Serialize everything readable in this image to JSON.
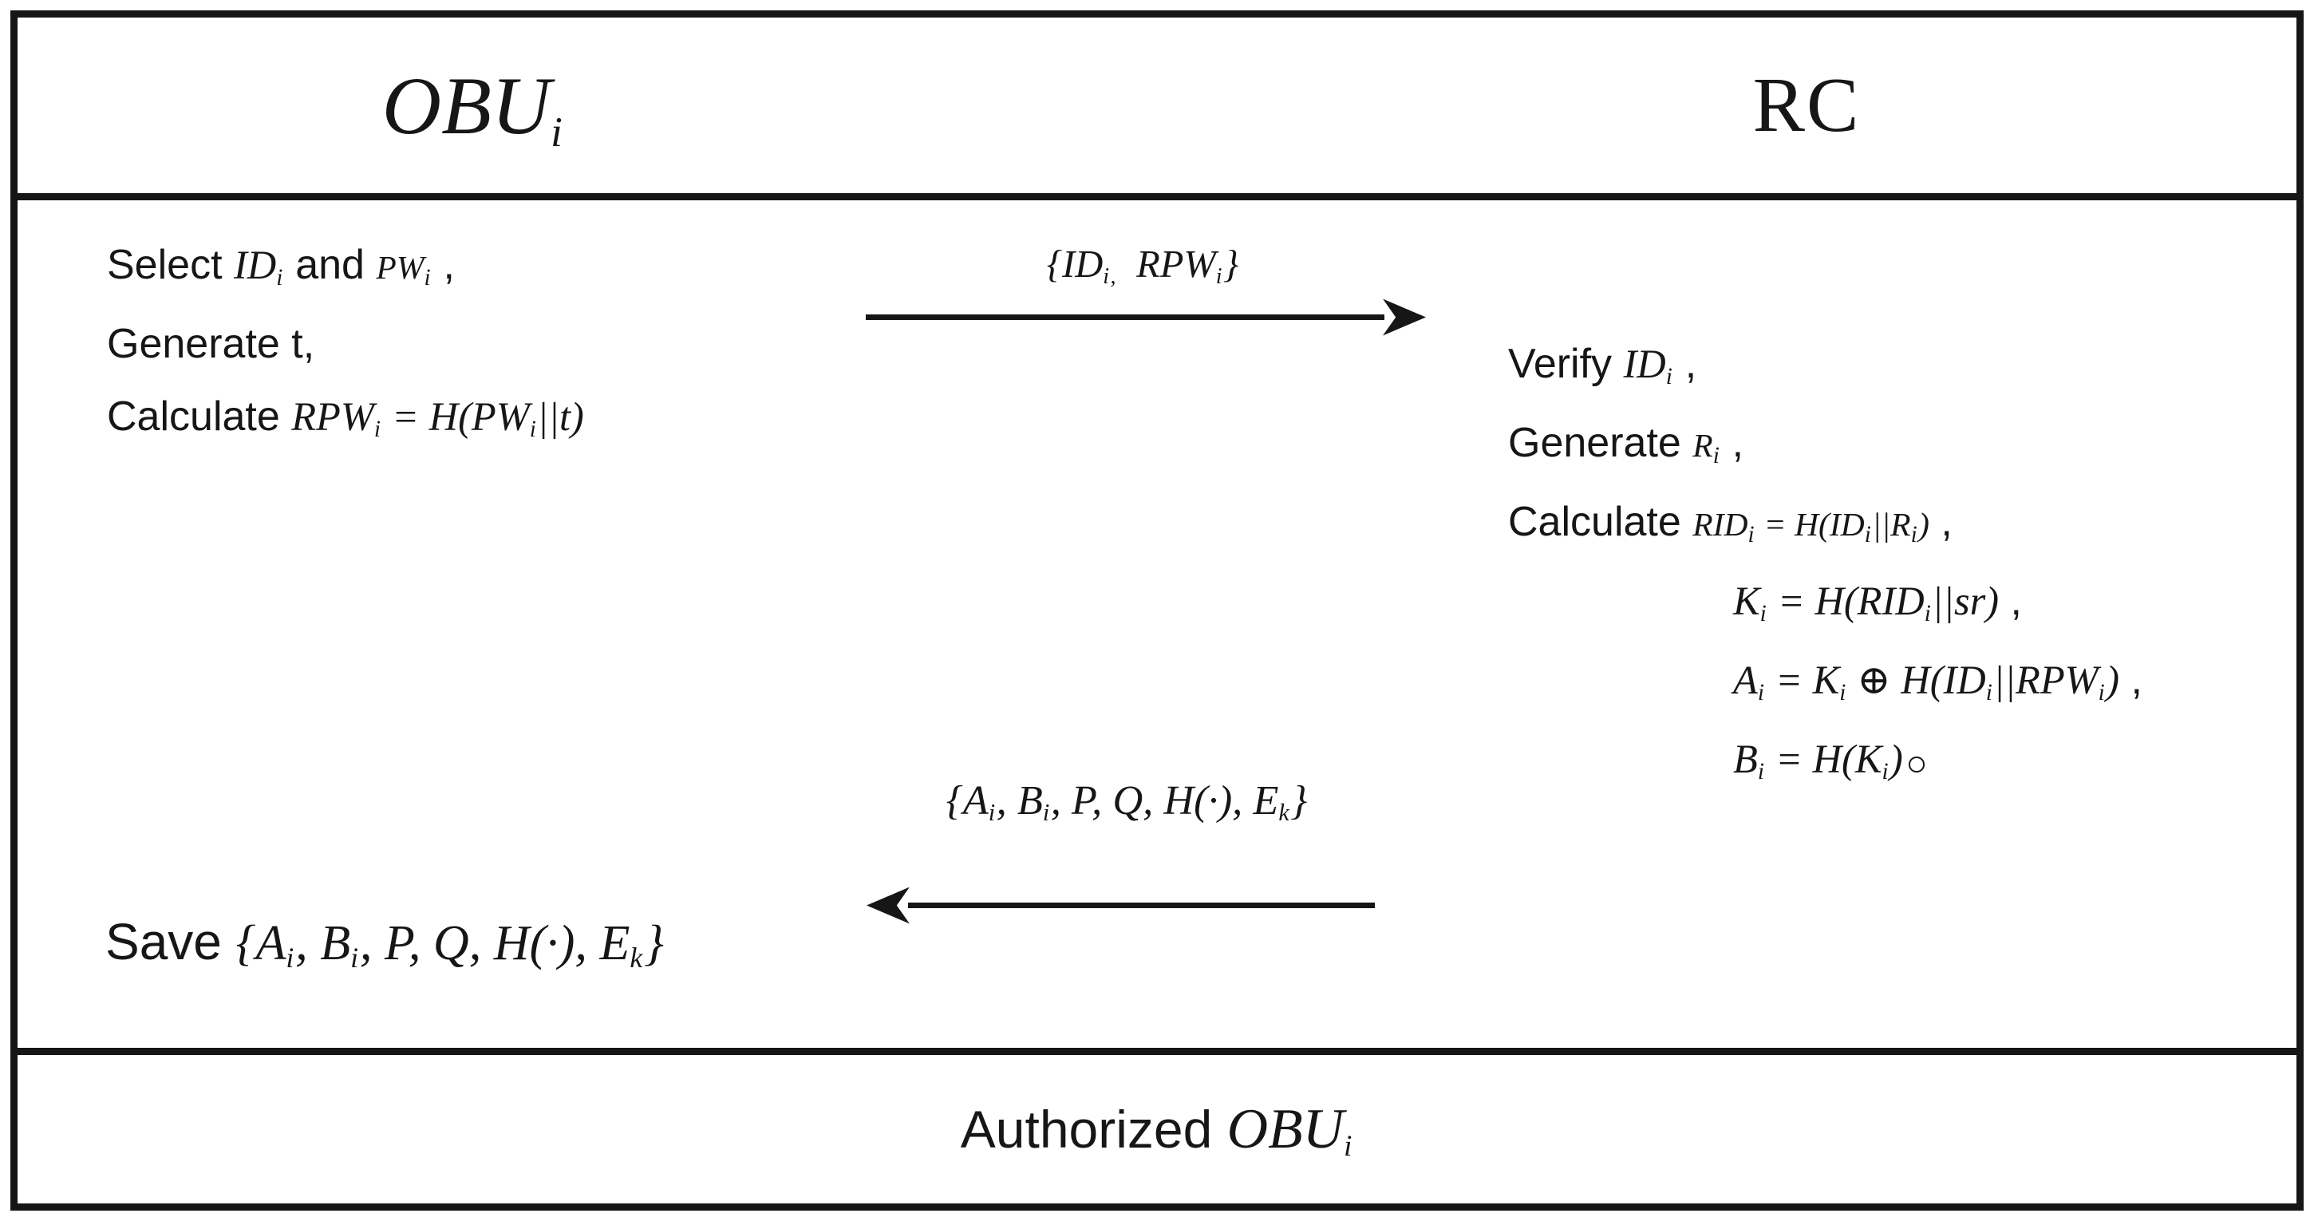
{
  "colors": {
    "ink": "#161616",
    "background": "#ffffff"
  },
  "header": {
    "obu": {
      "segments": [
        {
          "t": "OBU",
          "k": "m"
        },
        {
          "t": "i",
          "k": "s"
        }
      ]
    },
    "rc": {
      "label": "RC"
    }
  },
  "obu_block": {
    "lines": [
      {
        "indent": false,
        "segments": [
          {
            "t": "Select ",
            "k": "w"
          },
          {
            "t": "ID",
            "k": "m"
          },
          {
            "t": "i",
            "k": "s"
          },
          {
            "t": " and ",
            "k": "w"
          },
          {
            "t": "PW",
            "k": "m2"
          },
          {
            "t": "i",
            "k": "s"
          },
          {
            "t": " ,",
            "k": "w"
          }
        ]
      },
      {
        "indent": false,
        "segments": [
          {
            "t": "Generate t,",
            "k": "w"
          }
        ]
      },
      {
        "indent": false,
        "segments": [
          {
            "t": "Calculate ",
            "k": "w"
          },
          {
            "t": "RPW",
            "k": "m"
          },
          {
            "t": "i",
            "k": "s"
          },
          {
            "t": " = H(PW",
            "k": "m"
          },
          {
            "t": "i",
            "k": "s"
          },
          {
            "t": "||t)",
            "k": "m"
          }
        ]
      }
    ]
  },
  "msg1": {
    "direction": "right",
    "label_segments": [
      {
        "t": "{ID",
        "k": "m"
      },
      {
        "t": "i",
        "k": "s"
      },
      {
        "t": ",",
        "k": "s"
      },
      {
        "t": "  RPW",
        "k": "m"
      },
      {
        "t": "i",
        "k": "s"
      },
      {
        "t": "}",
        "k": "m"
      }
    ]
  },
  "rc_block": {
    "lines": [
      {
        "indent": false,
        "segments": [
          {
            "t": "Verify ",
            "k": "w"
          },
          {
            "t": "ID",
            "k": "m"
          },
          {
            "t": "i",
            "k": "s"
          },
          {
            "t": " ,",
            "k": "w"
          }
        ]
      },
      {
        "indent": false,
        "segments": [
          {
            "t": "Generate ",
            "k": "w"
          },
          {
            "t": "R",
            "k": "m2"
          },
          {
            "t": "i",
            "k": "s"
          },
          {
            "t": " ,",
            "k": "w"
          }
        ]
      },
      {
        "indent": false,
        "segments": [
          {
            "t": "Calculate ",
            "k": "w"
          },
          {
            "t": "RID",
            "k": "m2"
          },
          {
            "t": "i",
            "k": "s"
          },
          {
            "t": " = H(ID",
            "k": "m2"
          },
          {
            "t": "i",
            "k": "s"
          },
          {
            "t": "||R",
            "k": "m2"
          },
          {
            "t": "i",
            "k": "s"
          },
          {
            "t": ")",
            "k": "m2"
          },
          {
            "t": " ,",
            "k": "w"
          }
        ]
      },
      {
        "indent": true,
        "segments": [
          {
            "t": "K",
            "k": "m"
          },
          {
            "t": "i",
            "k": "s"
          },
          {
            "t": " = H(RID",
            "k": "m"
          },
          {
            "t": "i",
            "k": "s"
          },
          {
            "t": "||sr)",
            "k": "m"
          },
          {
            "t": " ,",
            "k": "w"
          }
        ]
      },
      {
        "indent": true,
        "segments": [
          {
            "t": "A",
            "k": "m"
          },
          {
            "t": "i",
            "k": "s"
          },
          {
            "t": " = K",
            "k": "m"
          },
          {
            "t": "i",
            "k": "s"
          },
          {
            "t": " ⊕ H(ID",
            "k": "m"
          },
          {
            "t": "i",
            "k": "s"
          },
          {
            "t": "||RPW",
            "k": "m"
          },
          {
            "t": "i",
            "k": "s"
          },
          {
            "t": ")",
            "k": "m"
          },
          {
            "t": " ,",
            "k": "w"
          }
        ]
      },
      {
        "indent": true,
        "segments": [
          {
            "t": "B",
            "k": "m"
          },
          {
            "t": "i",
            "k": "s"
          },
          {
            "t": " = H(K",
            "k": "m"
          },
          {
            "t": "i",
            "k": "s"
          },
          {
            "t": ")",
            "k": "m"
          },
          {
            "t": "。",
            "k": "o"
          }
        ]
      }
    ]
  },
  "msg2": {
    "direction": "left",
    "label_segments": [
      {
        "t": "{A",
        "k": "m"
      },
      {
        "t": "i",
        "k": "s"
      },
      {
        "t": ", B",
        "k": "m"
      },
      {
        "t": "i",
        "k": "s"
      },
      {
        "t": ", P, Q, H(·), E",
        "k": "m"
      },
      {
        "t": "k",
        "k": "s"
      },
      {
        "t": "}",
        "k": "m"
      }
    ]
  },
  "save_line": {
    "segments": [
      {
        "t": "Save ",
        "k": "w"
      },
      {
        "t": "{A",
        "k": "m"
      },
      {
        "t": "i",
        "k": "s"
      },
      {
        "t": ", B",
        "k": "m"
      },
      {
        "t": "i",
        "k": "s"
      },
      {
        "t": ", P, Q, H(·), E",
        "k": "m"
      },
      {
        "t": "k",
        "k": "s"
      },
      {
        "t": "}",
        "k": "m"
      }
    ]
  },
  "footer": {
    "segments": [
      {
        "t": "Authorized ",
        "k": "w"
      },
      {
        "t": "OBU",
        "k": "m"
      },
      {
        "t": "i",
        "k": "s"
      }
    ]
  }
}
